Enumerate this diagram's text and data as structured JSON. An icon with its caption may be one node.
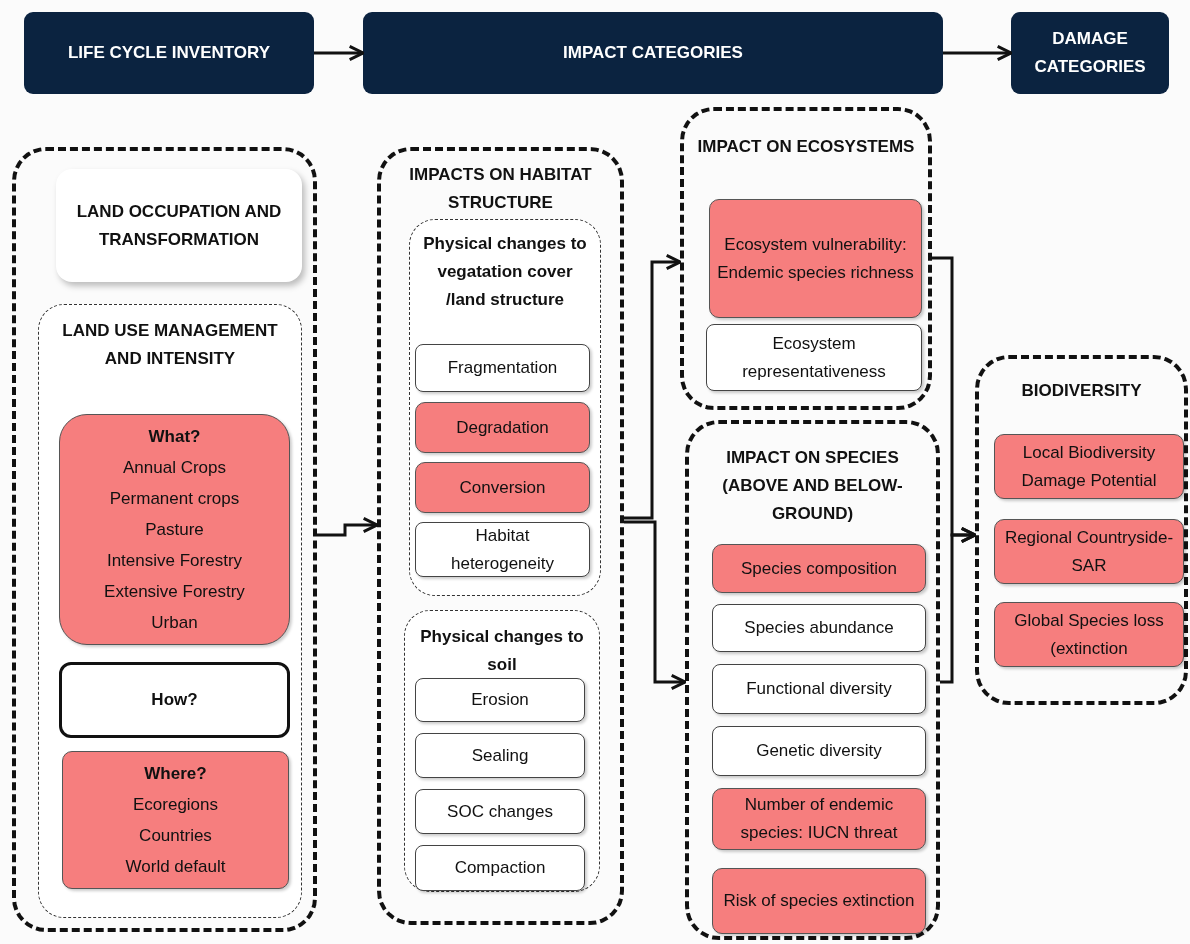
{
  "diagram": {
    "nodes": [
      {
        "text": [
          "LIFE CYCLE INVENTORY"
        ]
      },
      {
        "text": [
          "IMPACT  CATEGORIES"
        ]
      },
      {
        "text": [
          "DAMAGE CATEGORIES"
        ]
      },
      {
        "text": [],
        "shape": "box"
      },
      {
        "text": [
          "LAND OCCUPATION AND TRANSFORMATION"
        ],
        "in": 3
      },
      {
        "text": [
          "LAND USE MANAGEMENT AND INTENSITY"
        ],
        "in": 3
      },
      {
        "text": [
          "What?",
          "Annual Crops",
          "Permanent crops",
          "Pasture",
          "Intensive Forestry",
          "Extensive Forestry",
          "Urban"
        ],
        "in": 5
      },
      {
        "text": [
          "How?"
        ],
        "in": 5
      },
      {
        "text": [
          "Where?",
          "Ecoregions",
          "Countries",
          "World default"
        ],
        "in": 5
      },
      {
        "text": [
          "IMPACTS ON HABITAT STRUCTURE"
        ]
      },
      {
        "text": [
          "Physical changes to vegatation cover /land structure"
        ],
        "in": 9
      },
      {
        "text": [
          "Fragmentation"
        ],
        "in": 10
      },
      {
        "text": [
          "Degradation"
        ],
        "in": 10
      },
      {
        "text": [
          "Conversion"
        ],
        "in": 10
      },
      {
        "text": [
          "Habitat heterogeneity"
        ],
        "in": 10
      },
      {
        "text": [
          "Physical changes to soil"
        ],
        "in": 9
      },
      {
        "text": [
          "Erosion"
        ],
        "in": 15
      },
      {
        "text": [
          "Sealing"
        ],
        "in": 15
      },
      {
        "text": [
          "SOC changes"
        ],
        "in": 15
      },
      {
        "text": [
          "Compaction"
        ],
        "in": 15
      },
      {
        "text": [
          "IMPACT ON ECOSYSTEMS"
        ]
      },
      {
        "text": [
          "Ecosystem vulnerability: Endemic species richness"
        ],
        "in": 20
      },
      {
        "text": [
          "Ecosystem representativeness"
        ],
        "in": 20
      },
      {
        "text": [
          "IMPACT ON SPECIES (ABOVE AND BELOW-GROUND)"
        ]
      },
      {
        "text": [
          "Species composition"
        ],
        "in": 23
      },
      {
        "text": [
          "Species abundance"
        ],
        "in": 23
      },
      {
        "text": [
          "Functional diversity"
        ],
        "in": 23
      },
      {
        "text": [
          "Genetic diversity"
        ],
        "in": 23
      },
      {
        "text": [
          "Number of endemic species: IUCN threat"
        ],
        "in": 23
      },
      {
        "text": [
          "Risk of species extinction"
        ],
        "in": 23
      },
      {
        "text": [
          "BIODIVERSITY"
        ]
      },
      {
        "text": [
          "Local Biodiversity Damage Potential"
        ],
        "in": 30
      },
      {
        "text": [
          "Regional Countryside-SAR"
        ],
        "in": 30
      },
      {
        "text": [
          "Global Species loss (extinction"
        ],
        "in": 30
      }
    ],
    "edges": [
      {
        "from": 0,
        "to": 1,
        "arrow": "to"
      },
      {
        "from": 1,
        "to": 2,
        "arrow": "to"
      },
      {
        "from": 3,
        "to": 9,
        "arrow": "to"
      },
      {
        "from": 9,
        "to": 20,
        "arrow": "to"
      },
      {
        "from": 9,
        "to": 23,
        "arrow": "to"
      },
      {
        "from": 20,
        "to": 30,
        "arrow": "to"
      },
      {
        "from": 23,
        "to": 30,
        "arrow": "to"
      }
    ]
  }
}
